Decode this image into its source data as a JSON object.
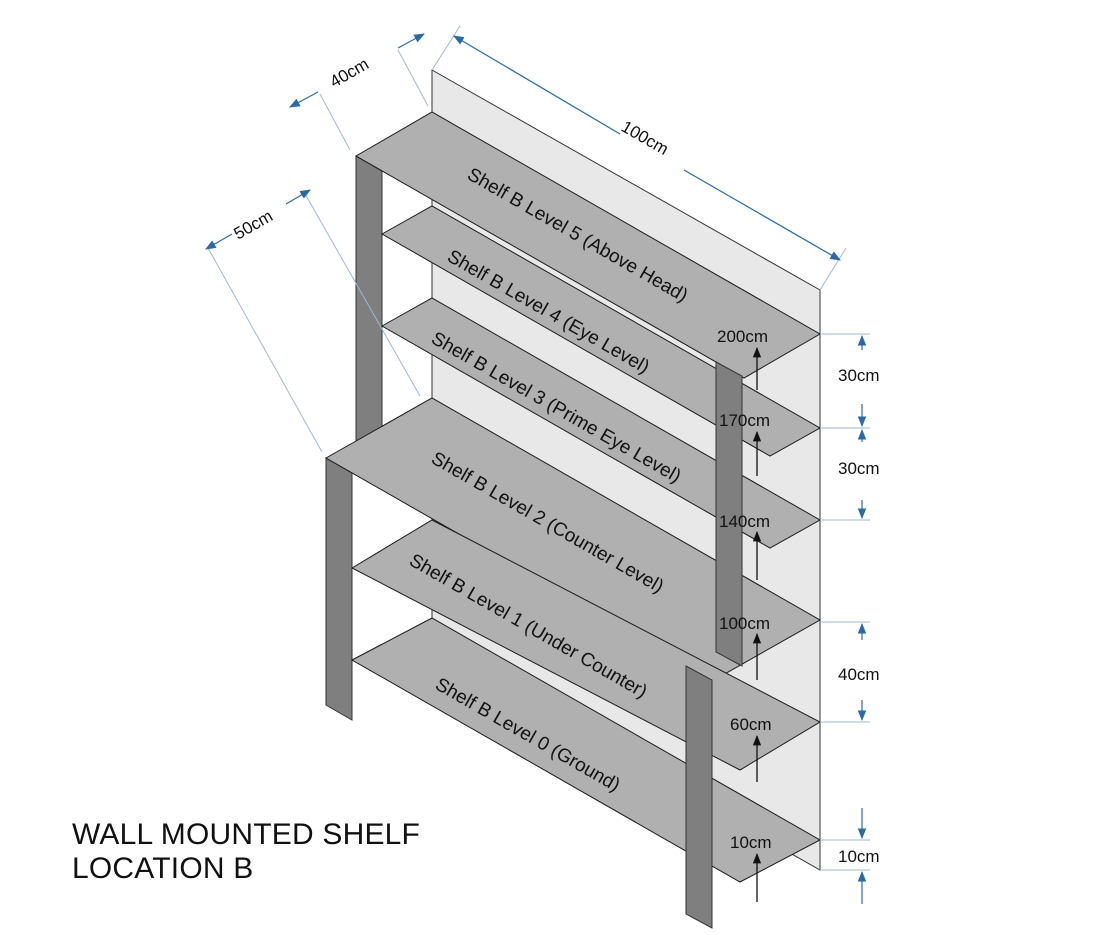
{
  "title": {
    "line1": "WALL MOUNTED SHELF",
    "line2": "LOCATION B"
  },
  "colors": {
    "shelf_fill": "#b0b0b0",
    "back_panel": "#e8e8e8",
    "post": "#7f7f7f",
    "dimension_arrow": "#2a6aaa",
    "dimension_line": "#9db8d6",
    "outline": "#1a1a1a"
  },
  "shelves": [
    {
      "label": "Shelf B Level 5 (Above Head)",
      "height": "200cm"
    },
    {
      "label": "Shelf B Level 4 (Eye Level)",
      "height": "170cm"
    },
    {
      "label": "Shelf B Level 3 (Prime Eye Level)",
      "height": "140cm"
    },
    {
      "label": "Shelf B Level 2 (Counter Level)",
      "height": "100cm"
    },
    {
      "label": "Shelf B Level 1 (Under Counter)",
      "height": "60cm"
    },
    {
      "label": "Shelf B Level 0 (Ground)",
      "height": "10cm"
    }
  ],
  "dimensions": {
    "upper_depth": "40cm",
    "width": "100cm",
    "lower_depth": "50cm",
    "gaps": [
      "30cm",
      "30cm",
      "40cm",
      "10cm"
    ]
  }
}
